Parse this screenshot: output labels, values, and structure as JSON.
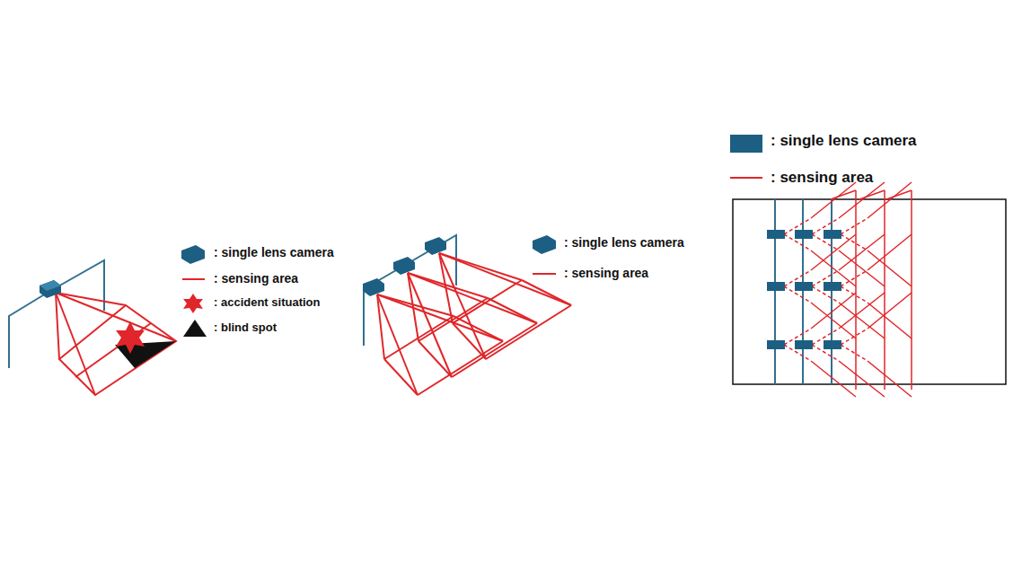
{
  "diagram": {
    "legend": [
      {
        "text": ": single lens camera"
      },
      {
        "text": ": sensing area"
      },
      {
        "text": ": accident situation"
      },
      {
        "text": ": blind spot"
      },
      {
        "text": ": single lens camera"
      },
      {
        "text": ": sensing area"
      },
      {
        "text": ": single lens camera"
      },
      {
        "text": ": sensing area"
      }
    ]
  }
}
